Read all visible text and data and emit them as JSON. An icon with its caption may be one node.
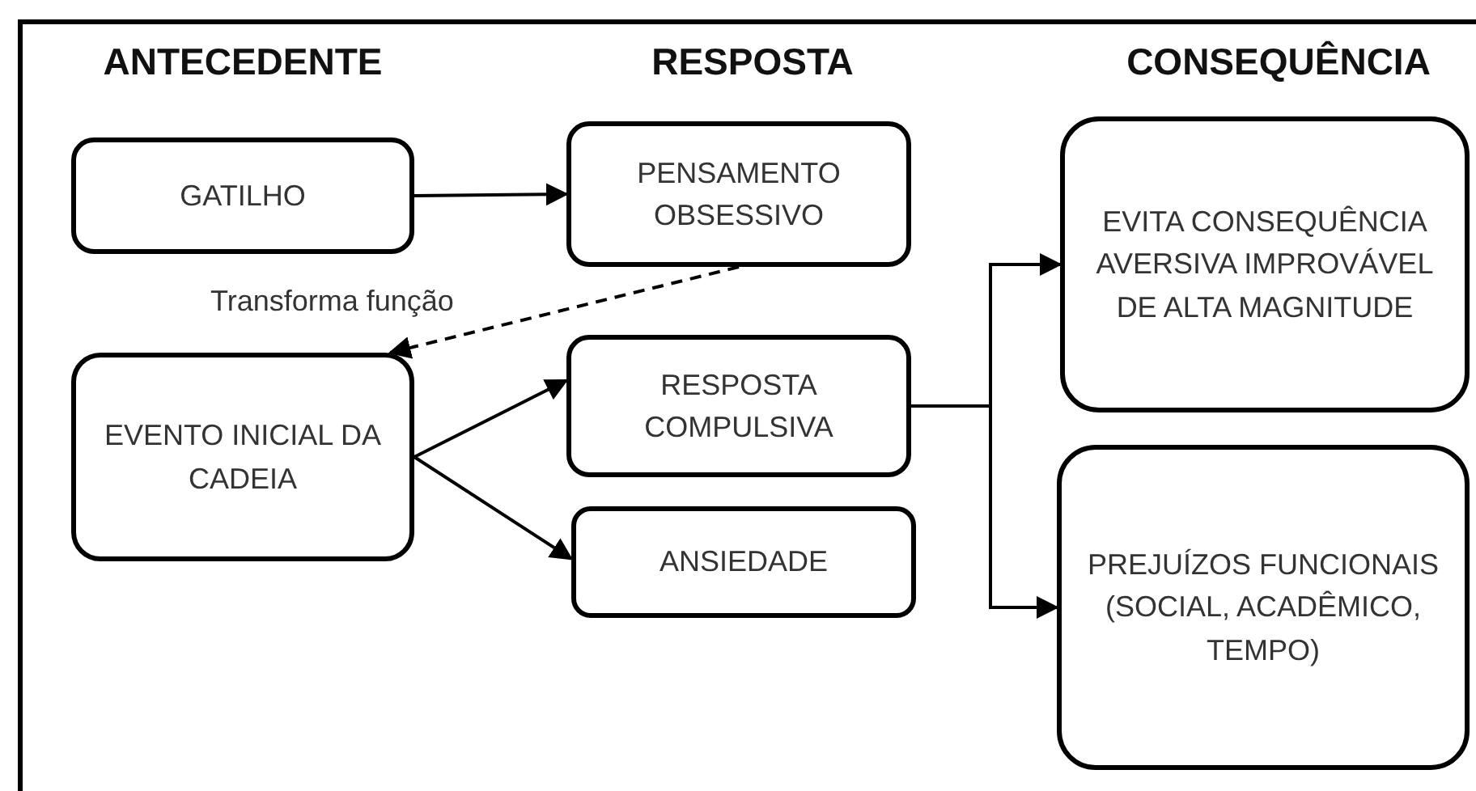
{
  "diagram": {
    "nodes": [
      {
        "text": [
          "GATILHO"
        ]
      },
      {
        "text": [
          "PENSAMENTO OBSESSIVO"
        ]
      },
      {
        "text": [
          "EVITA CONSEQUÊNCIA AVERSIVA IMPROVÁVEL DE ALTA MAGNITUDE"
        ]
      },
      {
        "text": [
          "EVENTO INICIAL DA CADEIA"
        ]
      },
      {
        "text": [
          "RESPOSTA COMPULSIVA"
        ]
      },
      {
        "text": [
          "ANSIEDADE"
        ]
      },
      {
        "text": [
          "PREJUÍZOS FUNCIONAIS (SOCIAL, ACADÊMICO, TEMPO)"
        ]
      }
    ],
    "edges": [
      {
        "from": 0,
        "to": 1,
        "arrow": "to"
      },
      {
        "from": 1,
        "to": 3,
        "arrow": "to",
        "style": "dashed",
        "label": "Transforma função"
      },
      {
        "from": 3,
        "to": 4,
        "arrow": "to"
      },
      {
        "from": 3,
        "to": 5,
        "arrow": "to"
      },
      {
        "from": 4,
        "to": 2,
        "arrow": "to"
      },
      {
        "from": 4,
        "to": 6,
        "arrow": "to"
      }
    ],
    "labels": [
      "ANTECEDENTE",
      "RESPOSTA",
      "CONSEQUÊNCIA"
    ]
  }
}
